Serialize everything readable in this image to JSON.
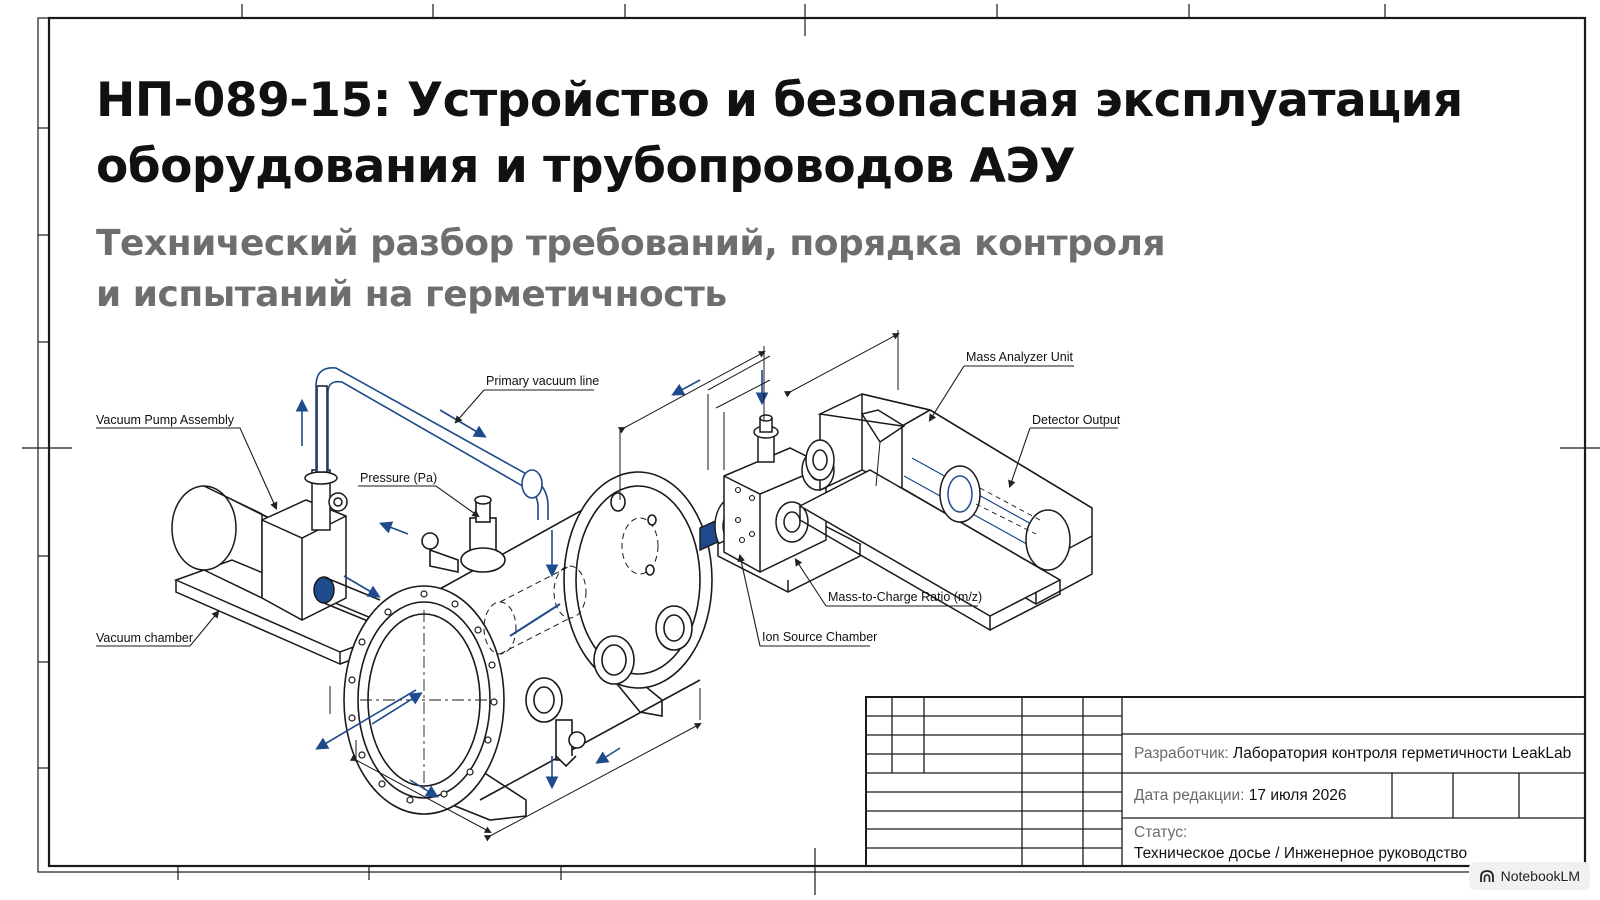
{
  "title": {
    "line1": "НП-089-15: Устройство и безопасная эксплуатация",
    "line2": "оборудования и трубопроводов АЭУ"
  },
  "subtitle": {
    "line1": "Технический разбор требований, порядка контроля",
    "line2": "и испытаний на герметичность"
  },
  "callouts": {
    "vacuum_pump_assembly": "Vacuum Pump Assembly",
    "primary_vacuum_line": "Primary vacuum line",
    "pressure": "Pressure (Pa)",
    "vacuum_chamber": "Vacuum chamber",
    "mass_analyzer_unit": "Mass Analyzer Unit",
    "detector_output": "Detector Output",
    "mass_to_charge": "Mass-to-Charge Ratio (m/z)",
    "ion_source_chamber": "Ion Source Chamber"
  },
  "title_block": {
    "developer_key": "Разработчик:",
    "developer_value": "Лаборатория контроля герметичности LeakLab",
    "revision_key": "Дата редакции:",
    "revision_value": "17 июля 2026",
    "status_key": "Статус:",
    "status_value": "Техническое досье / Инженерное руководство"
  },
  "badge": {
    "label": "NotebookLM",
    "icon": "notebooklm-logo-icon"
  },
  "colors": {
    "ink": "#1a1a1a",
    "accent": "#1f4a8c",
    "subtitle": "#6e6e6e"
  }
}
